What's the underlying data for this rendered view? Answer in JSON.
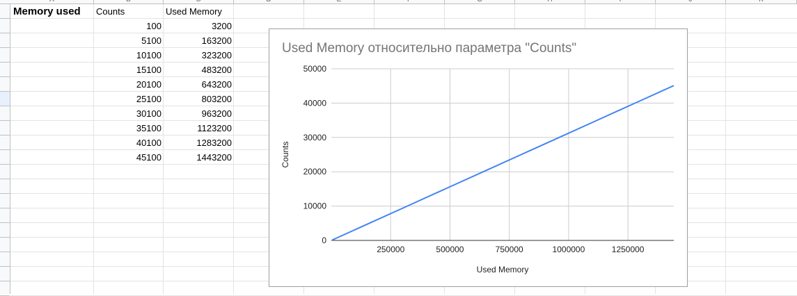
{
  "columns": [
    "A",
    "B",
    "C",
    "D",
    "E",
    "F",
    "G",
    "H",
    "I",
    "J",
    "K"
  ],
  "sheet": {
    "title_cell": "Memory used",
    "headers": [
      "Counts",
      "Used Memory"
    ],
    "rows": [
      [
        "100",
        "3200"
      ],
      [
        "5100",
        "163200"
      ],
      [
        "10100",
        "323200"
      ],
      [
        "15100",
        "483200"
      ],
      [
        "20100",
        "643200"
      ],
      [
        "25100",
        "803200"
      ],
      [
        "30100",
        "963200"
      ],
      [
        "35100",
        "1123200"
      ],
      [
        "40100",
        "1283200"
      ],
      [
        "45100",
        "1443200"
      ]
    ]
  },
  "chart_data": {
    "type": "line",
    "title": "Used Memory относительно параметра \"Counts\"",
    "xlabel": "Used Memory",
    "ylabel": "Counts",
    "x": [
      3200,
      163200,
      323200,
      483200,
      643200,
      803200,
      963200,
      1123200,
      1283200,
      1443200
    ],
    "series": [
      {
        "values": [
          100,
          5100,
          10100,
          15100,
          20100,
          25100,
          30100,
          35100,
          40100,
          45100
        ]
      }
    ],
    "xlim": [
      0,
      1443200
    ],
    "ylim": [
      0,
      50000
    ],
    "xticks": [
      250000,
      500000,
      750000,
      1000000,
      1250000
    ],
    "yticks": [
      0,
      10000,
      20000,
      30000,
      40000,
      50000
    ],
    "grid": true,
    "line_color": "#4285f4"
  }
}
